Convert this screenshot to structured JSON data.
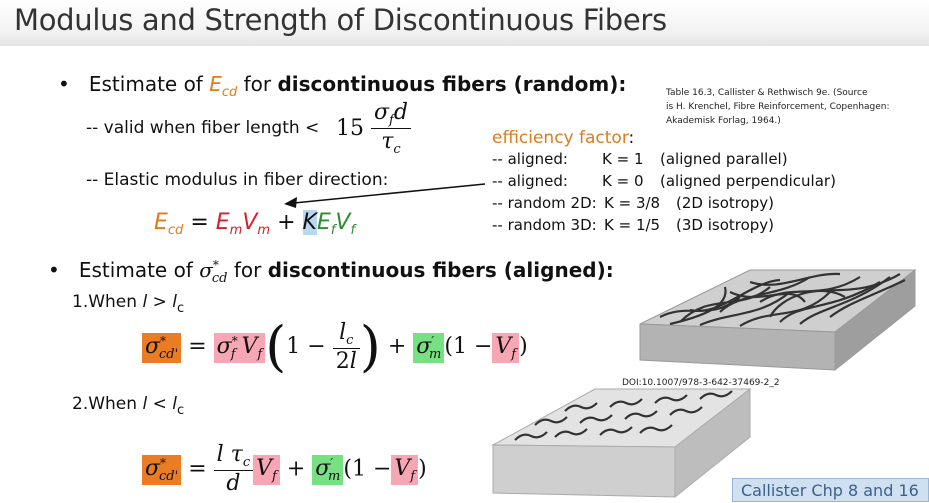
{
  "title": "Modulus and Strength of Discontinuous Fibers",
  "bullet1": {
    "prefix": "Estimate of ",
    "symbol": "E",
    "symbol_sub": "cd",
    "mid": " for ",
    "bold": "discontinuous fibers (random):"
  },
  "valid_when": "-- valid when fiber length <",
  "valid_expr": {
    "coef": "15",
    "num_sym": "σ",
    "num_sub": "f",
    "num_var": "d",
    "den_sym": "τ",
    "den_sub": "c"
  },
  "elastic_line": "-- Elastic modulus in fiber direction:",
  "modulus_eq": {
    "lhs": "E",
    "lhs_sub": "cd",
    "eq": "=",
    "t1a": "E",
    "t1a_sub": "m",
    "t1b": "V",
    "t1b_sub": "m",
    "plus": "+",
    "k": "K",
    "t2a": "E",
    "t2a_sub": "f",
    "t2b": "V",
    "t2b_sub": "f"
  },
  "reference": {
    "line1": "Table 16.3, Callister & Rethwisch 9e. (Source",
    "line2": "is H. Krenchel, Fibre Reinforcement, Copenhagen:",
    "line3": "Akademisk Forlag, 1964.)"
  },
  "efficiency": {
    "heading": "efficiency factor",
    "colon": ":",
    "rows": [
      {
        "label": "-- aligned:",
        "k": "K = 1",
        "note": "(aligned parallel)"
      },
      {
        "label": "-- aligned:",
        "k": "K = 0",
        "note": "(aligned perpendicular)"
      },
      {
        "label": "-- random 2D:",
        "k": "K = 3/8",
        "note": "(2D isotropy)"
      },
      {
        "label": "-- random 3D:",
        "k": "K = 1/5",
        "note": "(3D isotropy)"
      }
    ]
  },
  "bullet2": {
    "prefix": "Estimate of ",
    "symbol": "σ",
    "symbol_sup": "*",
    "symbol_sub": "cd",
    "mid": " for ",
    "bold": "discontinuous fibers (aligned):"
  },
  "case1": {
    "label": "1.When ",
    "var": "l",
    "op": " > ",
    "var2": "l",
    "var2_sub": "c"
  },
  "case2": {
    "label": "2.When ",
    "var": "l",
    "op": " < ",
    "var2": "l",
    "var2_sub": "c"
  },
  "doi": "DOI:10.1007/978-3-642-37469-2_2",
  "badge": "Callister Chp 8 and 16",
  "colors": {
    "orange": "#e07b1a",
    "red": "#d4202a",
    "green": "#2e8b2e",
    "pink_box": "#f7a6b4",
    "green_box": "#77e083",
    "orange_box": "#ea7c23"
  }
}
